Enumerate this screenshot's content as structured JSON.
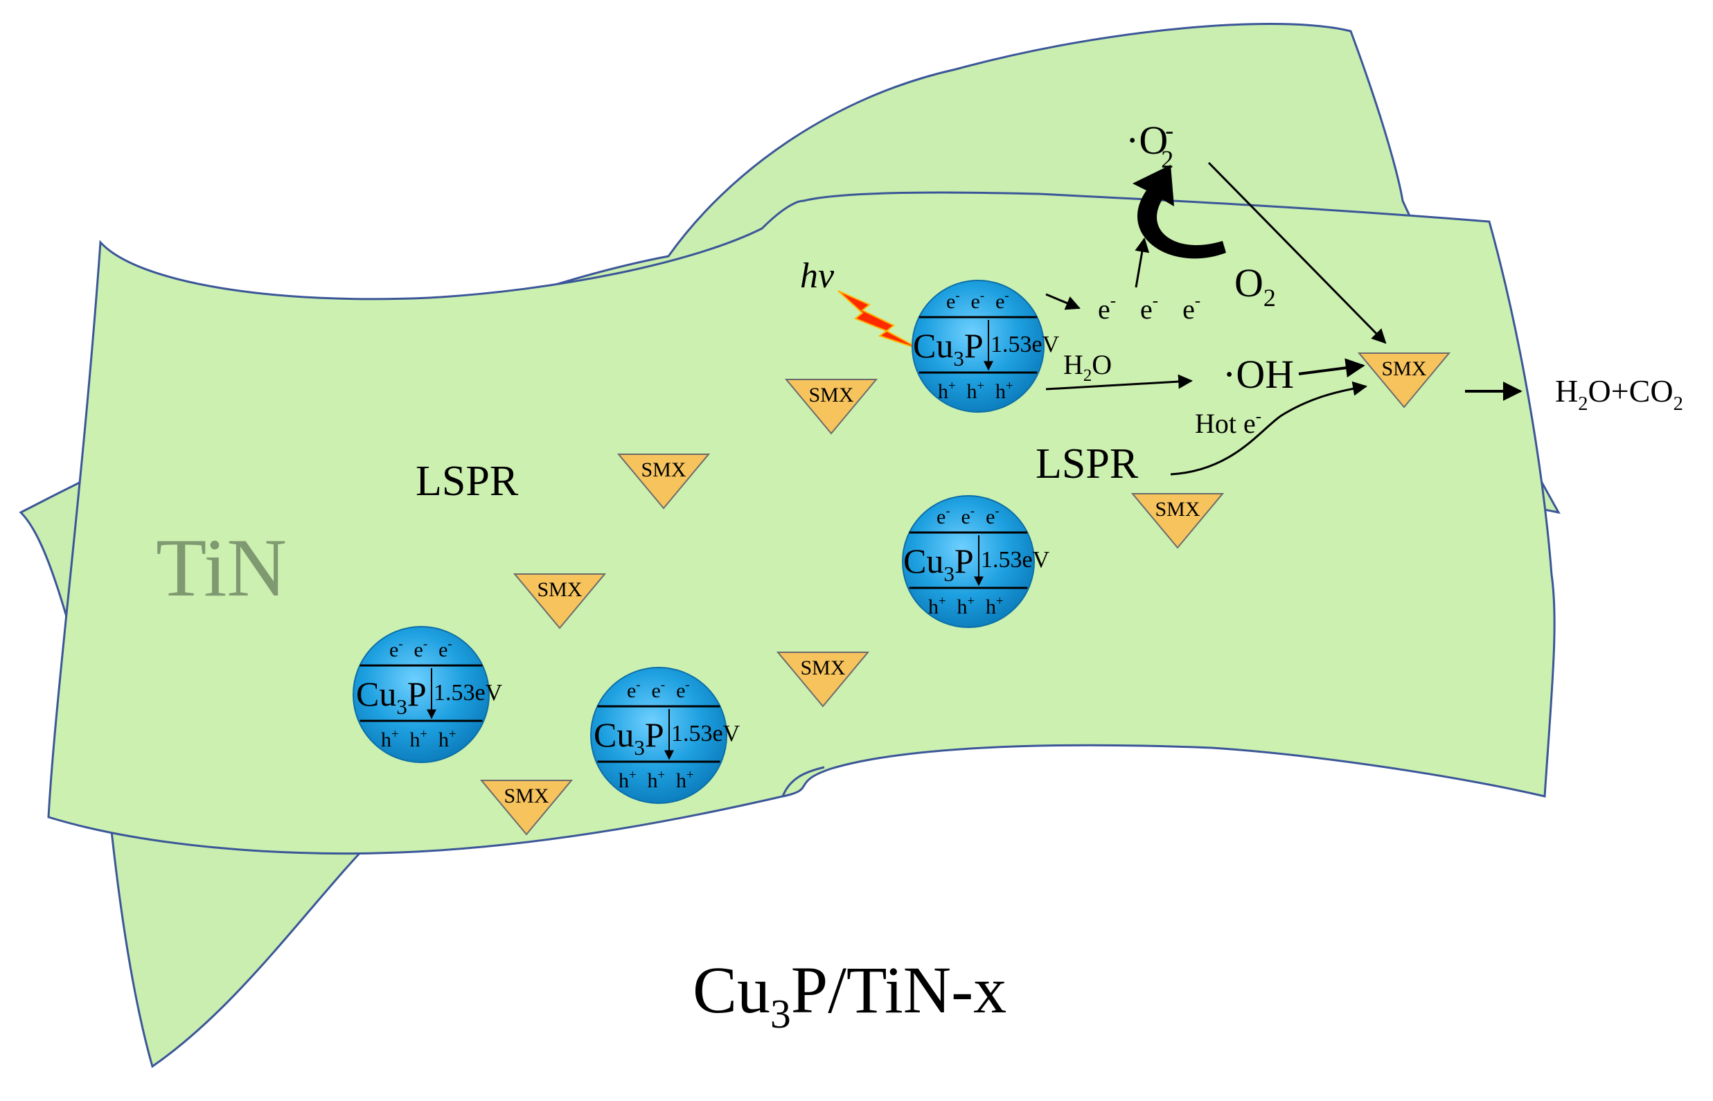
{
  "title": {
    "main": "Cu",
    "sub": "3",
    "rest": "P/TiN-x"
  },
  "substrate_label": "TiN",
  "lspr_labels": [
    "LSPR",
    "LSPR"
  ],
  "light_label": "hv",
  "particle": {
    "name_main": "Cu",
    "name_sub": "3",
    "name_rest": "P",
    "band_gap": "1.53eV",
    "electron": "e",
    "electron_sup": "-",
    "hole": "h",
    "hole_sup": "+"
  },
  "pollutant": "SMX",
  "species": {
    "superoxide": {
      "main": "·O",
      "sub": "2",
      "sup": "-"
    },
    "oxygen": {
      "main": "O",
      "sub": "2"
    },
    "water": {
      "main": "H",
      "sub": "2",
      "rest": "O"
    },
    "hydroxyl": "·OH",
    "hot_electron": "Hot e",
    "hot_electron_sup": "-",
    "product": {
      "a": "H",
      "a_sub": "2",
      "b": "O+CO",
      "b_sub": "2"
    }
  },
  "colors": {
    "sheet_fill": "#c9eeaf",
    "sheet_stroke": "#3b5698",
    "particle_fill": "#1ea0e0",
    "smx_fill": "#f6c35d",
    "smx_stroke": "#6b6b6b",
    "lightning": "#ff2a00",
    "tin_text": "#7f9970"
  }
}
